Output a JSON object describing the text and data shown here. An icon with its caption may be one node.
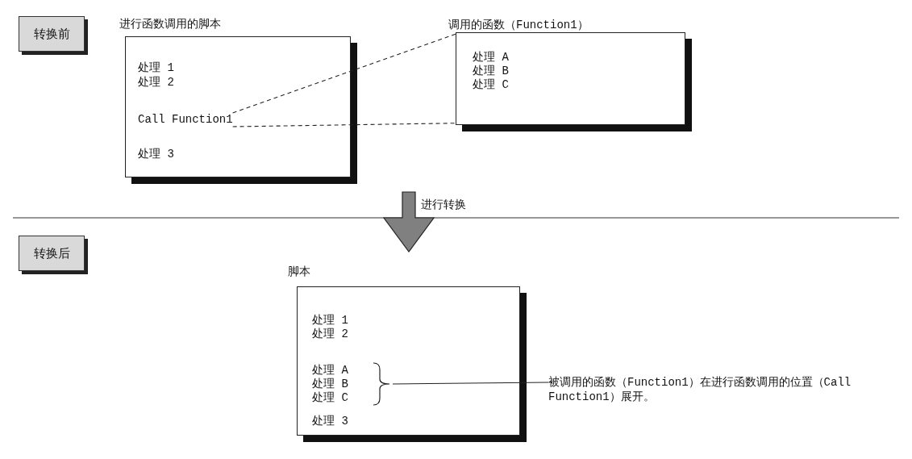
{
  "diagram": {
    "nodes": [
      {
        "text": [
          "转换前"
        ]
      },
      {
        "text": [
          "进行函数调用的脚本",
          "处理 1",
          "处理 2",
          "处理 3"
        ]
      },
      {
        "text": [
          "Call Function1"
        ],
        "in": 1
      },
      {
        "text": [
          "调用的函数（Function1）",
          "处理 A",
          "处理 B",
          "处理 C"
        ]
      },
      {
        "text": [
          "转换后"
        ]
      },
      {
        "text": [
          "脚本",
          "处理 1",
          "处理 2",
          "处理 3"
        ]
      },
      {
        "text": [
          "处理 A",
          "处理 B",
          "处理 C"
        ],
        "in": 5
      },
      {
        "text": [
          "被调用的函数（Function1）在进行函数调用的位置（Call Function1）展开。"
        ]
      }
    ],
    "edges": [
      {
        "from": 2,
        "to": 3,
        "arrow": "none",
        "style": "dashed"
      },
      {
        "from": 2,
        "to": 3,
        "arrow": "none",
        "style": "dashed"
      },
      {
        "from": 7,
        "to": 6,
        "arrow": "none"
      }
    ],
    "labels": [
      "进行转换"
    ]
  }
}
